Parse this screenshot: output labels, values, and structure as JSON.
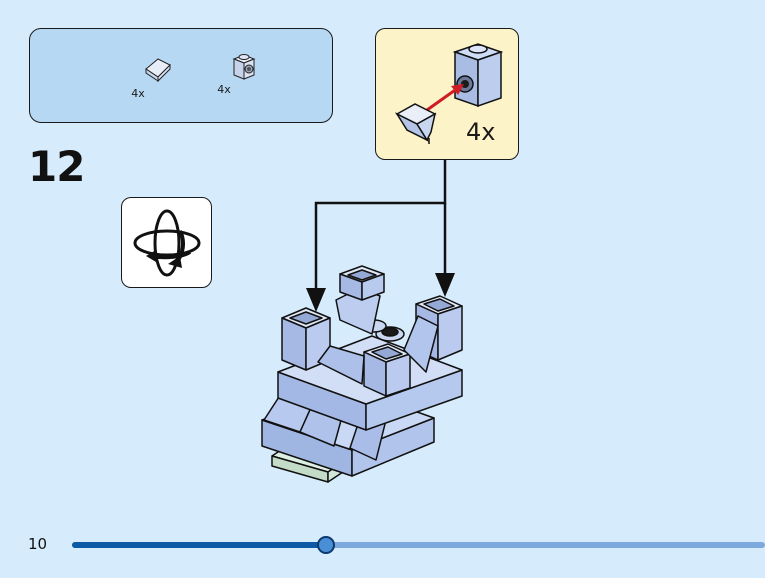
{
  "step": {
    "number": "12"
  },
  "parts_list": [
    {
      "name": "slope-brick",
      "qty": "4x"
    },
    {
      "name": "brick-with-side-stud",
      "qty": "4x"
    }
  ],
  "callout": {
    "qty": "4x"
  },
  "page": {
    "number": "10"
  },
  "progress": {
    "fraction": 0.366
  },
  "icons": {
    "rotate": "rotate-model-icon",
    "arrow": "red-attach-arrow-icon"
  },
  "colors": {
    "background": "#d6ebfb",
    "parts_box": "#b6d8f3",
    "callout_box": "#fdf3c8",
    "brick": "#b3c7ee",
    "progress_fill": "#0c5aa6",
    "progress_track": "#7ea9dc"
  }
}
